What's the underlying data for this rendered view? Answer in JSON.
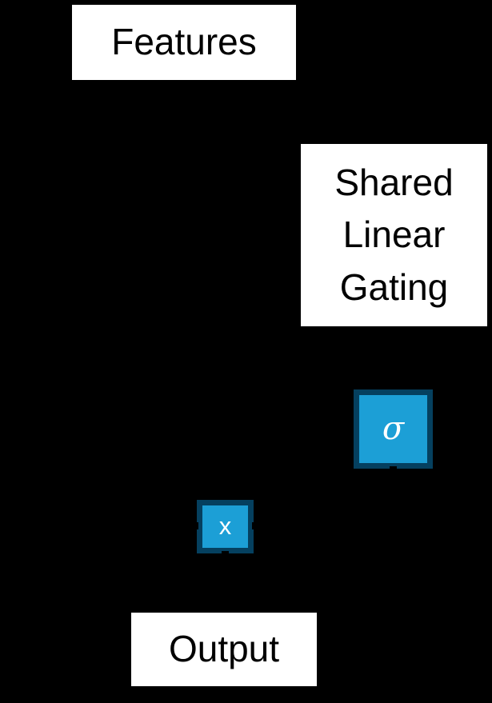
{
  "diagram": {
    "background_color": "#000000",
    "title_absent": true,
    "nodes": {
      "features": {
        "label": "Features",
        "kind": "input-label-box",
        "fill": "#ffffff",
        "text_color": "#000000"
      },
      "gating": {
        "kind": "process-label-box",
        "fill": "#ffffff",
        "text_color": "#000000",
        "lines": [
          "Shared",
          "Linear",
          "Gating"
        ]
      },
      "sigma": {
        "glyph": "σ",
        "kind": "activation-operator",
        "fill": "#1c9fd6",
        "border_color": "#05405f",
        "glyph_color": "#ffffff"
      },
      "multiply": {
        "glyph": "x",
        "kind": "elementwise-multiply-operator",
        "fill": "#1c9fd6",
        "border_color": "#05405f",
        "glyph_color": "#ffffff"
      },
      "output": {
        "label": "Output",
        "kind": "output-label-box",
        "fill": "#ffffff",
        "text_color": "#000000"
      }
    }
  }
}
